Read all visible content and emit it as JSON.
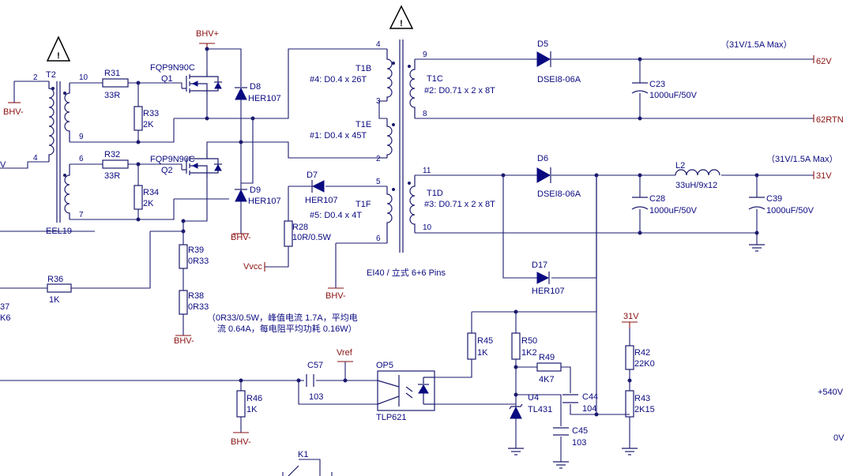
{
  "labels": {
    "t2": "T2",
    "eel19": "EEL19",
    "bhv_minus": "BHV-",
    "bhv_plus": "BHV+",
    "r31": "R31",
    "r31v": "33R",
    "r32": "R32",
    "r32v": "33R",
    "r33": "R33",
    "r33v": "2K",
    "r34": "R34",
    "r34v": "2K",
    "q1part": "FQP9N90C",
    "q1": "Q1",
    "q2part": "FQP9N90C",
    "q2": "Q2",
    "d8": "D8",
    "d8v": "HER107",
    "d9": "D9",
    "d9v": "HER107",
    "d7": "D7",
    "d7v": "HER107",
    "r28": "R28",
    "r28v": "10R/0.5W",
    "vvcc": "Vvcc",
    "t1b": "T1B",
    "t1b_w": "#4: D0.4 x 26T",
    "t1e": "T1E",
    "t1e_w": "#1: D0.4 x 45T",
    "t1f": "T1F",
    "t1f_w": "#5: D0.4 x 4T",
    "t1c": "T1C",
    "t1c_w": "#2: D0.71 x 2 x 8T",
    "t1d": "T1D",
    "t1d_w": "#3: D0.71 x 2 x 8T",
    "ei40": "EI40 / 立式 6+6 Pins",
    "d5": "D5",
    "d5v": "DSEI8-06A",
    "d6": "D6",
    "d6v": "DSEI8-06A",
    "d17": "D17",
    "d17v": "HER107",
    "c23": "C23",
    "c23v": "1000uF/50V",
    "c28": "C28",
    "c28v": "1000uF/50V",
    "c39": "C39",
    "c39v": "1000uF/50V",
    "l2": "L2",
    "l2v": "33uH/9x12",
    "spec1": "（31V/1.5A Max）",
    "spec2": "（31V/1.5A Max）",
    "net62v": "62V",
    "net62rtn": "62RTN",
    "net31v": "31V",
    "net31v_top": "31V",
    "r39": "R39",
    "r39v": "0R33",
    "r38": "R38",
    "r38v": "0R33",
    "r36": "R36",
    "r36v": "1K",
    "r37": "37",
    "r37v": "K6",
    "note1": "（0R33/0.5W，峰值电流 1.7A，平均电",
    "note2": "流 0.64A，每电阻平均功耗 0.16W）",
    "c57": "C57",
    "c57v": "103",
    "vref": "Vref",
    "r46": "R46",
    "r46v": "1K",
    "op5": "OP5",
    "op5v": "TLP621",
    "r45": "R45",
    "r45v": "1K",
    "r50": "R50",
    "r50v": "1K2",
    "r49": "R49",
    "r49v": "4K7",
    "u4": "U4",
    "u4v": "TL431",
    "c44": "C44",
    "c44v": "104",
    "c45": "C45",
    "c45v": "103",
    "r42": "R42",
    "r42v": "22K0",
    "r43": "R43",
    "r43v": "2K15",
    "k1": "K1",
    "plus540": "+540V",
    "zero_v": "0V",
    "v_left": "V"
  },
  "pins": {
    "t2_2": "2",
    "t2_4": "4",
    "t2_10": "10",
    "t2_9": "9",
    "t2_6": "6",
    "t2_7": "7",
    "t1_4": "4",
    "t1_3": "3",
    "t1_2": "2",
    "t1_5": "5",
    "t1_6": "6",
    "t1_9": "9",
    "t1_8": "8",
    "t1_11": "11",
    "t1_10": "10"
  }
}
